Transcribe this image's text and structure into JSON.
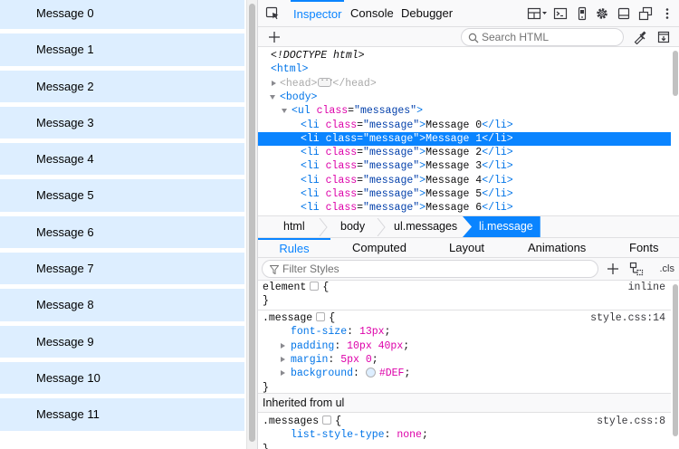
{
  "page": {
    "messages": [
      "Message 0",
      "Message 1",
      "Message 2",
      "Message 3",
      "Message 4",
      "Message 5",
      "Message 6",
      "Message 7",
      "Message 8",
      "Message 9",
      "Message 10",
      "Message 11"
    ]
  },
  "toolbar": {
    "tabs": [
      "Inspector",
      "Console",
      "Debugger"
    ],
    "active_tab": "Inspector",
    "icons": [
      "element-picker-icon",
      "responsive-design-icon",
      "split-console-icon",
      "mobile-icon",
      "settings-icon",
      "dock-icon",
      "undock-icon",
      "more-icon"
    ]
  },
  "markup_bar": {
    "search_placeholder": "Search HTML"
  },
  "markup": {
    "doctype": "<!DOCTYPE html>",
    "html_tag": "<html>",
    "head_open": "<head>",
    "head_close": "</head>",
    "body_tag": "<body>",
    "ul_open": "<ul",
    "ul_attr": "class",
    "ul_val": "\"messages\"",
    "ul_end": ">",
    "li_open": "<li",
    "li_attr": "class",
    "li_val": "\"message\"",
    "li_gt": ">",
    "li_close": "</li>",
    "li_texts": [
      "Message 0",
      "Message 1",
      "Message 2",
      "Message 3",
      "Message 4",
      "Message 5",
      "Message 6"
    ],
    "selected_index": 1
  },
  "breadcrumbs": [
    "html",
    "body",
    "ul.messages",
    "li.message"
  ],
  "side_tabs": [
    "Rules",
    "Computed",
    "Layout",
    "Animations",
    "Fonts"
  ],
  "rules_bar": {
    "filter_placeholder": "Filter Styles",
    "cls_label": ".cls"
  },
  "rules": {
    "element_selector": "element",
    "element_source": "inline",
    "open_brace": "{",
    "close_brace": "}",
    "message_selector": ".message",
    "message_source": "style.css:14",
    "declarations": [
      {
        "prop": "font-size",
        "value": "13px"
      },
      {
        "prop": "padding",
        "value": "10px 40px"
      },
      {
        "prop": "margin",
        "value": "5px 0"
      },
      {
        "prop": "background",
        "value": "#DEF"
      }
    ],
    "colon": ":",
    "semi": ";",
    "inherited_label": "Inherited from ul",
    "messages_selector": ".messages",
    "messages_source": "style.css:8",
    "messages_decl": {
      "prop": "list-style-type",
      "value": "none"
    }
  },
  "colors": {
    "accent": "#0a84ff",
    "message_bg": "#ddeeff",
    "tag": "#0074e8",
    "attr": "#dd00a9"
  }
}
